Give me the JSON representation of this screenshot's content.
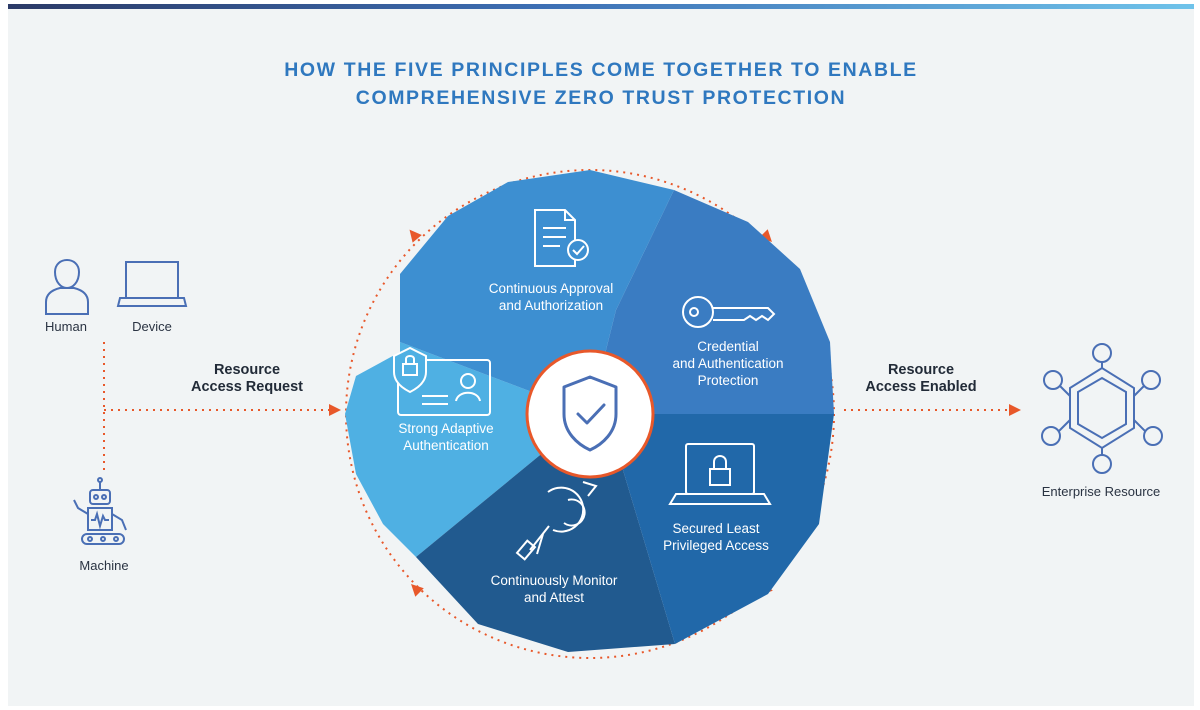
{
  "title": {
    "line1": "HOW THE FIVE PRINCIPLES COME TOGETHER TO ENABLE",
    "line2": "COMPREHENSIVE ZERO TRUST PROTECTION"
  },
  "actors": {
    "human": "Human",
    "device": "Device",
    "machine": "Machine"
  },
  "request": {
    "line1": "Resource",
    "line2": "Access Request"
  },
  "enabled": {
    "line1": "Resource",
    "line2": "Access Enabled"
  },
  "target": "Enterprise Resource",
  "principles": {
    "approval": {
      "line1": "Continuous Approval",
      "line2": "and Authorization"
    },
    "credential": {
      "line1": "Credential",
      "line2": "and Authentication",
      "line3": "Protection"
    },
    "least_privilege": {
      "line1": "Secured Least",
      "line2": "Privileged Access"
    },
    "monitor": {
      "line1": "Continuously Monitor",
      "line2": "and Attest"
    },
    "adaptive": {
      "line1": "Strong Adaptive",
      "line2": "Authentication"
    }
  },
  "colors": {
    "title": "#2f78bf",
    "approval": "#3d8fd1",
    "credential": "#3a7cc2",
    "least_privilege": "#2168a9",
    "monitor": "#215a8f",
    "adaptive": "#4fb0e3",
    "arrow": "#e8582a",
    "icon_line": "#4a6fb5"
  }
}
